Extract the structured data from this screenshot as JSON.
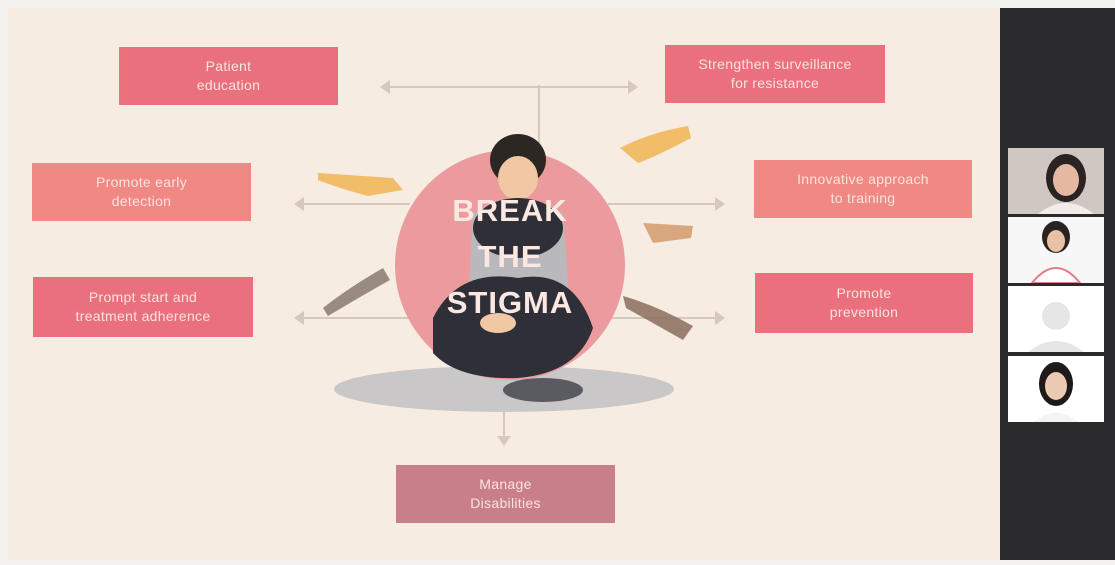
{
  "slide": {
    "center_title_lines": [
      "BREAK",
      "THE",
      "STIGMA"
    ],
    "boxes": {
      "patient_education": "Patient\neducation",
      "strengthen_surveillance": "Strengthen surveillance\nfor resistance",
      "promote_early_detection": "Promote early\ndetection",
      "innovative_approach": "Innovative approach\nto training",
      "prompt_start": "Prompt start and\ntreatment adherence",
      "promote_prevention": "Promote\nprevention",
      "manage_disabilities": "Manage\nDisabilities"
    }
  },
  "participants": [
    {
      "icon": "participant-video-icon"
    },
    {
      "icon": "participant-video-icon"
    },
    {
      "icon": "avatar-placeholder-icon"
    },
    {
      "icon": "participant-video-icon"
    }
  ],
  "colors": {
    "slide_bg": "#f7ece2",
    "box_red": "#e96a77",
    "box_pink": "#f0837f",
    "box_rose": "#c77a86",
    "circle": "#eb9b9d",
    "panel_bg": "#2b2b2d"
  }
}
